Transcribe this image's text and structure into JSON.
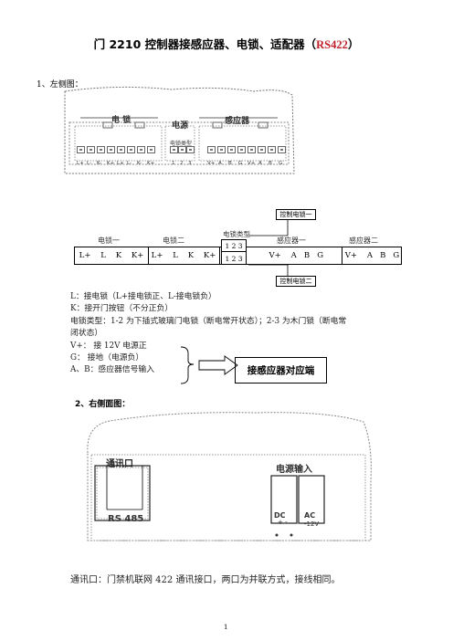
{
  "doc": {
    "title_main": "门 2210 控制器接感应器、电锁、适配器（",
    "title_red": "RS422",
    "title_end": "）",
    "section1": "1、左侧图：",
    "section2": "2、右侧面图：",
    "page_number": "1"
  },
  "left_panel": {
    "group_lock": "电 锁",
    "group_power": "电源",
    "group_sensor": "感应器",
    "lock_type_label": "电锁类型",
    "terminals": [
      "L+",
      "L-",
      "K-",
      "K+",
      "L+",
      "L-",
      "K-",
      "K+",
      "1",
      "2",
      "3",
      "V+",
      "A",
      "B",
      "G",
      "V+",
      "A",
      "B",
      "G"
    ]
  },
  "wiring": {
    "tag_top": "控制电锁一",
    "tag_bottom": "控制电锁二",
    "lock_type": "电锁类型",
    "header_lock1": "电锁一",
    "header_lock2": "电锁二",
    "header_sensor1": "感应器一",
    "header_sensor2": "感应器二",
    "cell_lock1": "L+    L    K    K+",
    "cell_lock2": "L+    L    K    K+",
    "cell_type_top": "1 2 3",
    "cell_type_bottom": "1 2 3",
    "cell_sensor1": "V+    A   B   G",
    "cell_sensor2": "V+    A   B   G"
  },
  "notes": {
    "l": "L：接电锁（L+接电锁正、L-接电锁负）",
    "k": "K：接开门按钮（不分正负）",
    "type1": "电锁类型：1-2 为下插式玻璃门电锁（断电常开状态）；2-3 为木门锁（断电常",
    "type2": "闭状态）",
    "vplus": "V+：    接 12V 电源正",
    "g": "G：      接地（电源负）",
    "ab": "A、B：感应器信号输入",
    "target": "接感应器对应端"
  },
  "right_panel": {
    "comm_port": "通讯口",
    "rs485": "RS 485",
    "power_input": "电源输入",
    "dc": "DC",
    "ac": "AC",
    "v12": "-12V",
    "pm": "+ -"
  },
  "footer": {
    "comm_text": "通讯口：门禁机联网 422 通讯接口，两口为并联方式，接线相同。"
  }
}
